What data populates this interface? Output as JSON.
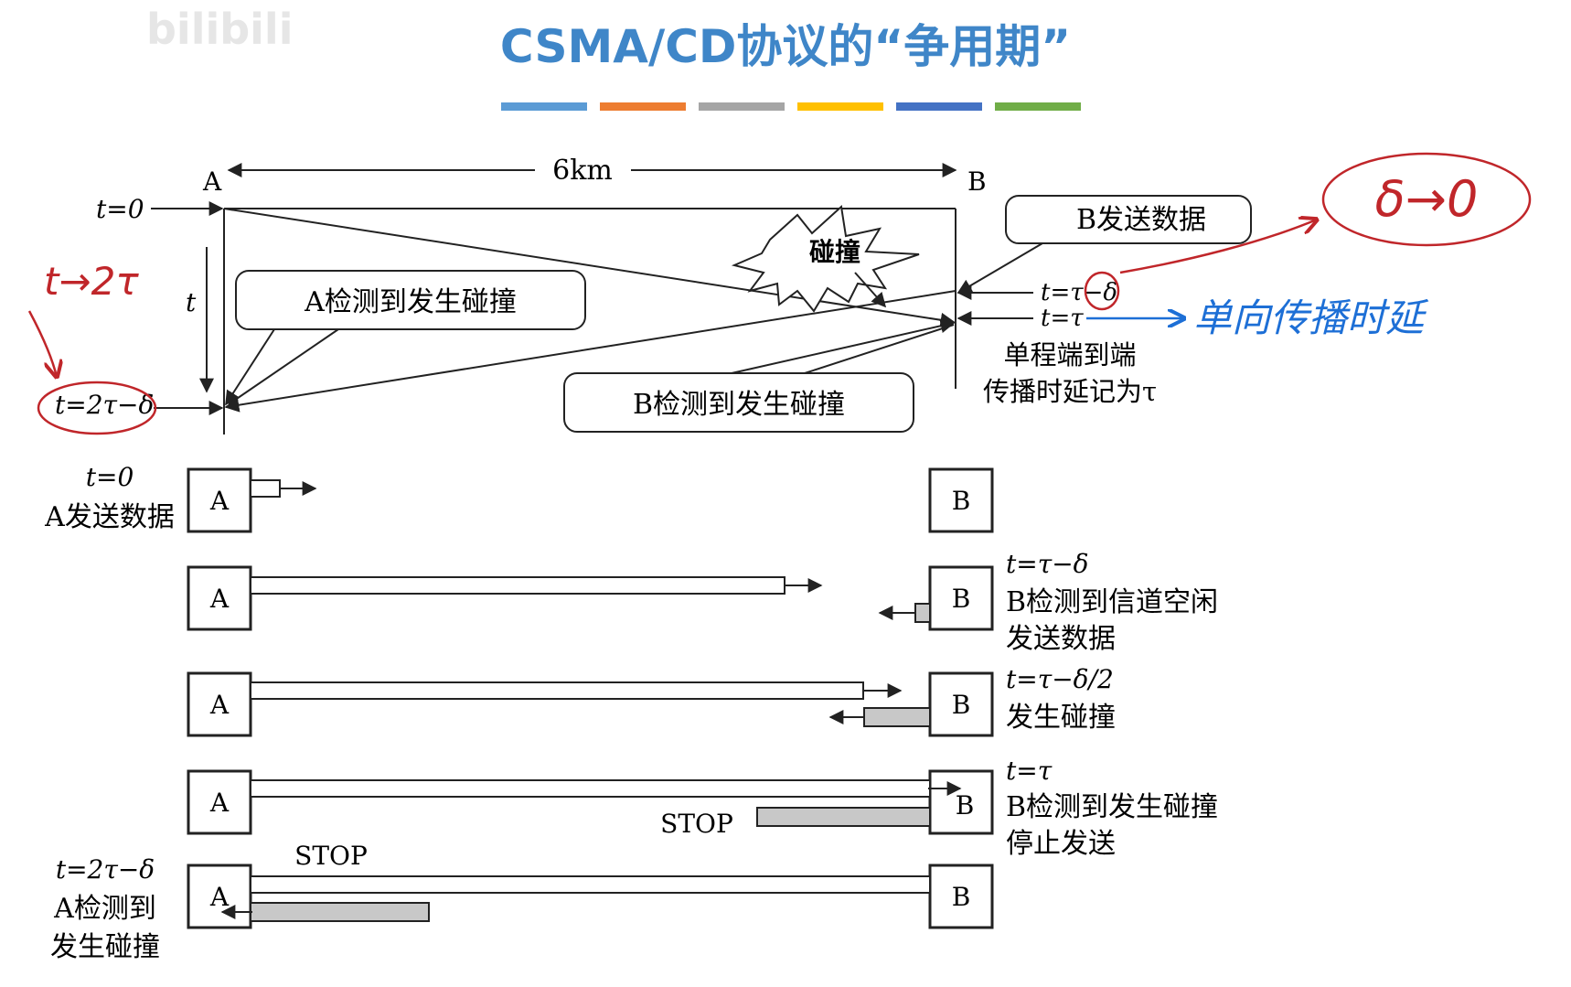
{
  "watermark": "bilibili",
  "title": "CSMA/CD协议的“争用期”",
  "title_bar_colors": [
    "#5b9bd5",
    "#ed7d31",
    "#a5a5a5",
    "#ffc000",
    "#4472c4",
    "#70ad47"
  ],
  "colors": {
    "title": "#3f86c8",
    "annot_red": "#c0262a",
    "annot_blue": "#1d6fd6",
    "stroke": "#222222",
    "frame_fill": "#c8c8c8"
  },
  "top": {
    "label_a": "A",
    "label_b": "B",
    "distance": "6km",
    "t0": "t=0",
    "t_axis": "t",
    "t_2tau_delta": "t=2τ−δ",
    "t_tau_delta": "t=τ−δ",
    "t_tau": "t=τ",
    "collision": "碰撞",
    "callout_a": "A检测到发生碰撞",
    "callout_b_detect": "B检测到发生碰撞",
    "callout_b_send": "B发送数据",
    "note_line1": "单程端到端",
    "note_line2": "传播时延记为τ"
  },
  "handwritten": {
    "t_to_2tau": "t→2τ",
    "delta_to_zero": "δ→0",
    "one_way_delay": "单向传播时延"
  },
  "steps": [
    {
      "a": "A",
      "b": "B",
      "left_line1": "t=0",
      "left_line2": "A发送数据"
    },
    {
      "a": "A",
      "b": "B",
      "right_line1": "t=τ−δ",
      "right_line2": "B检测到信道空闲",
      "right_line3": "发送数据"
    },
    {
      "a": "A",
      "b": "B",
      "right_line1": "t=τ−δ/2",
      "right_line2": "发生碰撞"
    },
    {
      "a": "A",
      "b": "B",
      "stop": "STOP",
      "right_line1": "t=τ",
      "right_line2": "B检测到发生碰撞",
      "right_line3": "停止发送"
    },
    {
      "a": "A",
      "b": "B",
      "stop": "STOP",
      "left_line1": "t=2τ−δ",
      "left_line2": "A检测到",
      "left_line3": "发生碰撞"
    }
  ]
}
